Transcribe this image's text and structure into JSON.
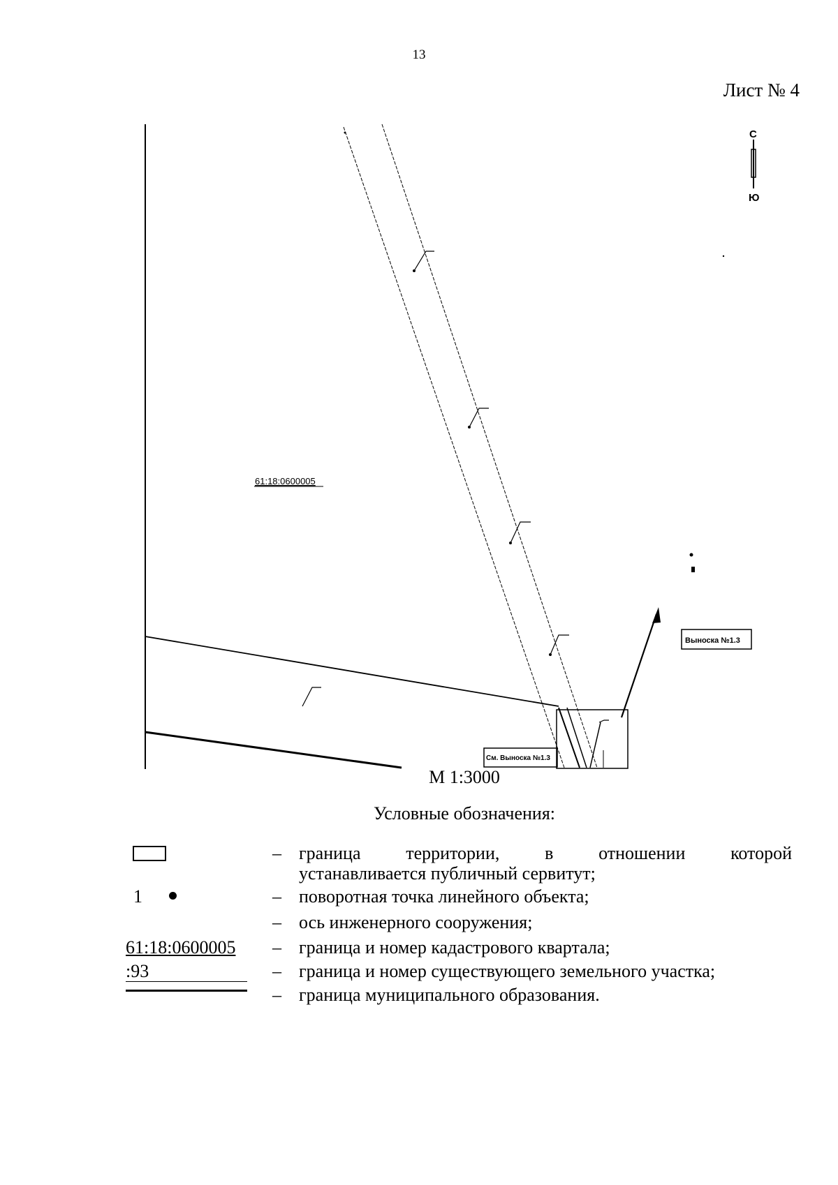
{
  "page": {
    "number": "13",
    "sheet_title": "Лист № 4"
  },
  "map": {
    "north_letters": [
      "С",
      "Ю"
    ],
    "quarter_label": "61:18:0600005",
    "callout_label": "Выноска №1.3",
    "callout_ref": "См. Выноска №1.3"
  },
  "scale": "М 1:3000",
  "legend": {
    "heading": "Условные обозначения:",
    "items": [
      {
        "symbol": "",
        "dash": "–",
        "text_line1": "граница территории, в отношении которой",
        "text_line2": "устанавливается публичный сервитут;"
      },
      {
        "symbol": "1",
        "dash": "–",
        "text": "поворотная точка линейного объекта;"
      },
      {
        "symbol": "",
        "dash": "–",
        "text": "ось инженерного сооружения;"
      },
      {
        "symbol": "61:18:0600005",
        "dash": "–",
        "text": "граница и номер кадастрового квартала;"
      },
      {
        "symbol": ":93",
        "dash": "–",
        "text": "граница и номер существующего земельного участка;"
      },
      {
        "symbol": "",
        "dash": "–",
        "text": "граница муниципального образования."
      }
    ]
  }
}
